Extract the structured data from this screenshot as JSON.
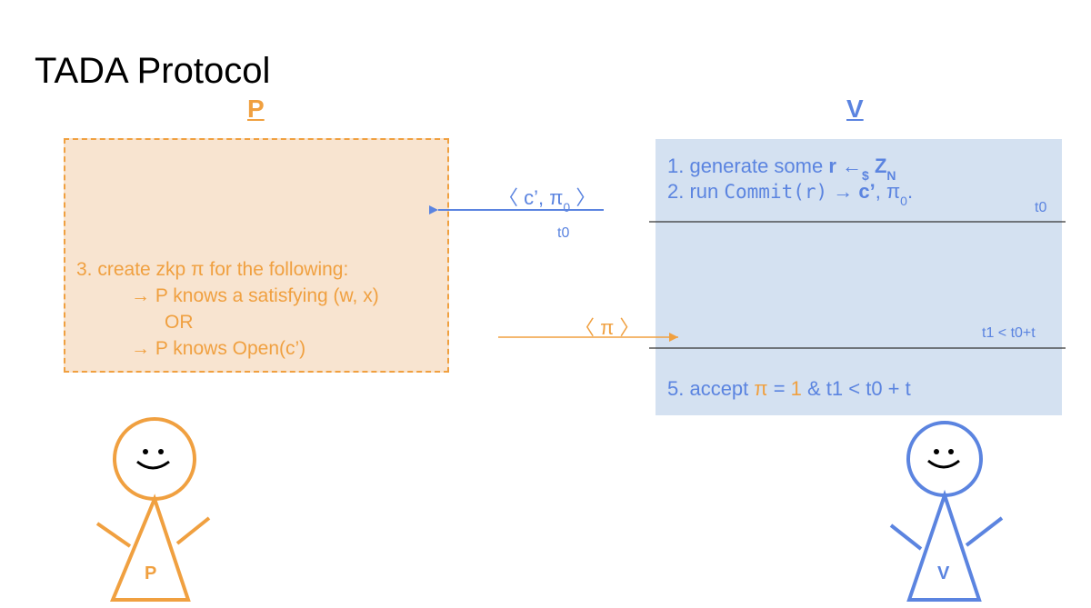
{
  "title": "TADA Protocol",
  "prover": {
    "label": "P",
    "step3_intro": "3. create zkp π for the following:",
    "step3_option1": "→ P knows a satisfying (w, x)",
    "step3_or": "OR",
    "step3_option2": "→ P knows Open(c’)",
    "figure_letter": "P"
  },
  "verifier": {
    "label": "V",
    "step1_prefix": "1. generate some ",
    "step1_r": "r",
    "step1_arrow": " ←",
    "step1_sub": "$",
    "step1_space": " ",
    "step1_Z": "Z",
    "step1_Zsub": "N",
    "step2_prefix": "2. run ",
    "step2_code": "Commit(r)",
    "step2_arrow": " → ",
    "step2_c": "c’",
    "step2_rest": ", π",
    "step2_sub": "0",
    "step2_end": ".",
    "step5_prefix": "5. accept ",
    "step5_pi": "π",
    "step5_eq": " = ",
    "step5_one": "1",
    "step5_rest": " & t1 < t0 + t",
    "figure_letter": "V"
  },
  "messages": {
    "msg1_open": "〈 c’, π",
    "msg1_sub": "0",
    "msg1_close": " 〉",
    "msg2": "〈 π 〉"
  },
  "time_labels": {
    "t0_left": "t0",
    "t0_right": "t0",
    "t1_right": "t1 < t0+t"
  },
  "colors": {
    "prover": "#f0a040",
    "verifier": "#5b84e0",
    "prover_box": "#f8e4d0",
    "verifier_box": "#d4e1f1"
  }
}
